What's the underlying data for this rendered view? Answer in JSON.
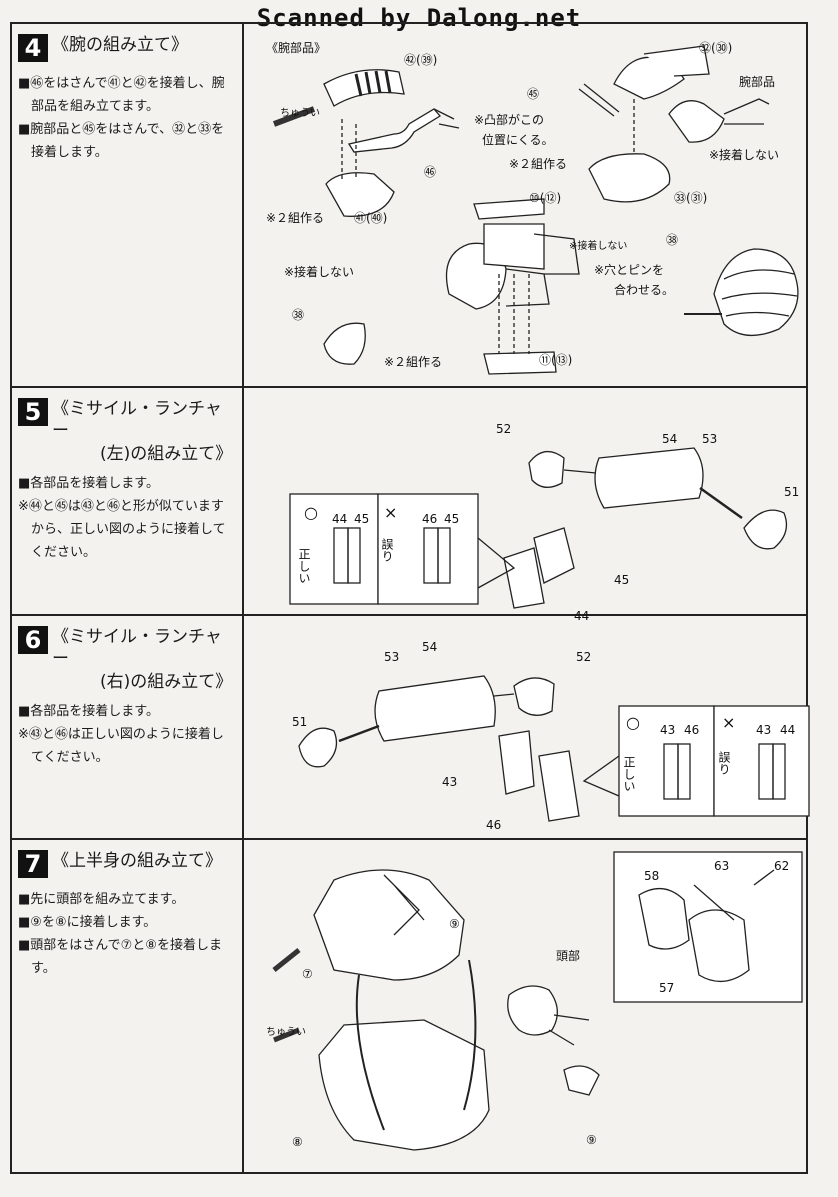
{
  "watermark": "Scanned by Dalong.net",
  "steps": [
    {
      "number": "4",
      "title": "《腕の組み立て》",
      "bullets": [
        {
          "mark": "■",
          "text": "㊻をはさんで㊶と㊷を接着し、腕部品を組み立てます。"
        },
        {
          "mark": "■",
          "text": "腕部品と㊺をはさんで、㉜と㉝を接着します。"
        }
      ],
      "diagram": {
        "box_label": "《腕部品》",
        "chuui": "ちゅうい",
        "labels": {
          "p42": "㊷(㊴)",
          "p32": "㉜(㉚)",
          "arm_part": "腕部品",
          "p55": "㊺",
          "convex_note_1": "※凸部がこの",
          "convex_note_2": "位置にくる。",
          "make2_a": "※２組作る",
          "no_glue_a": "※接着しない",
          "p56": "㊻",
          "p33": "㉝(㉛)",
          "make2_b": "※２組作る",
          "p41": "㊶(㊵)",
          "p10": "⑩(⑫)",
          "p38_top": "㊳",
          "no_glue_b": "※接着しない",
          "no_glue_v": "※接着しない",
          "hole_pin_1": "※穴とピンを",
          "hole_pin_2": "合わせる。",
          "p38": "㊳",
          "p11": "⑪(⑬)",
          "make2_c": "※２組作る"
        }
      }
    },
    {
      "number": "5",
      "title": "《ミサイル・ランチャー",
      "title2": "(左)の組み立て》",
      "bullets": [
        {
          "mark": "■",
          "text": "各部品を接着します。"
        },
        {
          "mark": "※",
          "text": "㊹と㊺は㊸と㊻と形が似ていますから、正しい図のように接着してください。"
        }
      ],
      "diagram": {
        "correct": "正しい",
        "wrong": "誤り",
        "ok_mark": "○",
        "ng_mark": "×",
        "labels": {
          "p52": "52",
          "p54": "54",
          "p53": "53",
          "p51": "51",
          "p45": "45",
          "p44": "44",
          "c1": "44",
          "c2": "45",
          "w1": "46",
          "w2": "45"
        }
      }
    },
    {
      "number": "6",
      "title": "《ミサイル・ランチャー",
      "title2": "(右)の組み立て》",
      "bullets": [
        {
          "mark": "■",
          "text": "各部品を接着します。"
        },
        {
          "mark": "※",
          "text": "㊸と㊻は正しい図のように接着してください。"
        }
      ],
      "diagram": {
        "correct": "正しい",
        "wrong": "誤り",
        "ok_mark": "○",
        "ng_mark": "×",
        "labels": {
          "p53": "53",
          "p54": "54",
          "p52": "52",
          "p51": "51",
          "p43": "43",
          "p46": "46",
          "c1": "43",
          "c2": "46",
          "w1": "43",
          "w2": "44"
        }
      }
    },
    {
      "number": "7",
      "title": "《上半身の組み立て》",
      "bullets": [
        {
          "mark": "■",
          "text": "先に頭部を組み立てます。"
        },
        {
          "mark": "■",
          "text": "⑨を⑧に接着します。"
        },
        {
          "mark": "■",
          "text": "頭部をはさんで⑦と⑧を接着します。"
        }
      ],
      "diagram": {
        "head": "頭部",
        "chuui": "ちゅうい",
        "labels": {
          "p7": "⑦",
          "p8": "⑧",
          "p9a": "⑨",
          "p9b": "⑨",
          "p58": "58",
          "p63": "63",
          "p62": "62",
          "p57": "57"
        }
      }
    }
  ]
}
